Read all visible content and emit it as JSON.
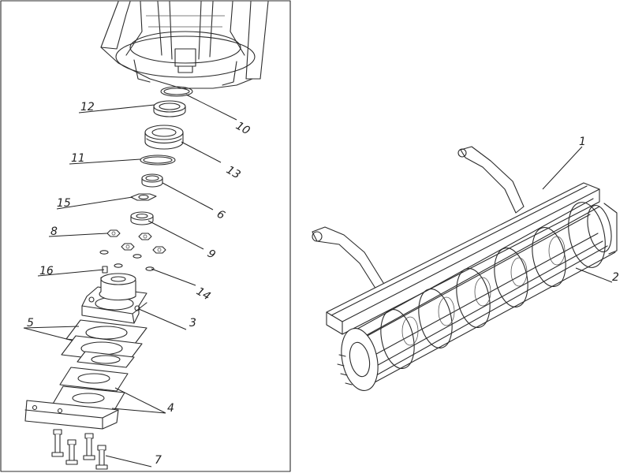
{
  "figure": {
    "callouts": [
      {
        "id": "c1",
        "label": "1"
      },
      {
        "id": "c2",
        "label": "2"
      },
      {
        "id": "c3",
        "label": "3"
      },
      {
        "id": "c4",
        "label": "4"
      },
      {
        "id": "c5",
        "label": "5"
      },
      {
        "id": "c6",
        "label": "6"
      },
      {
        "id": "c7",
        "label": "7"
      },
      {
        "id": "c8",
        "label": "8"
      },
      {
        "id": "c9",
        "label": "9"
      },
      {
        "id": "c10",
        "label": "10"
      },
      {
        "id": "c11",
        "label": "11"
      },
      {
        "id": "c12",
        "label": "12"
      },
      {
        "id": "c13",
        "label": "13"
      },
      {
        "id": "c14",
        "label": "14"
      },
      {
        "id": "c15",
        "label": "15"
      },
      {
        "id": "c16",
        "label": "16"
      }
    ]
  },
  "colors": {
    "line": "#2b2b2b",
    "background": "#ffffff"
  }
}
